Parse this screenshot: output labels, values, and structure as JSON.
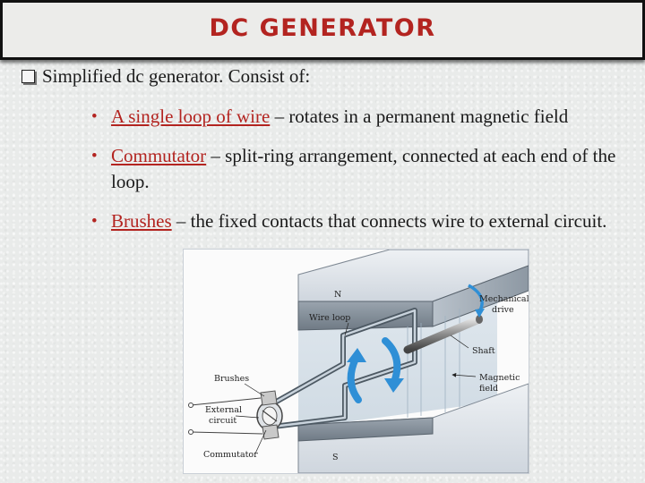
{
  "slide": {
    "title": "DC GENERATOR",
    "intro": "Simplified dc generator. Consist of:",
    "bullets": [
      {
        "term": "A single loop of wire",
        "rest": " – rotates in a permanent magnetic field"
      },
      {
        "term": "Commutator",
        "rest": " – split-ring arrangement, connected at each end of the loop."
      },
      {
        "term": "Brushes",
        "rest": " – the fixed contacts that connects wire to external circuit."
      }
    ],
    "bullet_symbol": "•",
    "checkbox_icon": "checkbox-icon",
    "accent_color": "#b32420"
  },
  "figure": {
    "labels": {
      "north": "N",
      "south": "S",
      "wire_loop": "Wire loop",
      "mechanical_1": "Mechanical",
      "mechanical_2": "drive",
      "shaft": "Shaft",
      "brushes": "Brushes",
      "external_1": "External",
      "external_2": "circuit",
      "magnetic_1": "Magnetic",
      "magnetic_2": "field",
      "commutator": "Commutator"
    }
  }
}
